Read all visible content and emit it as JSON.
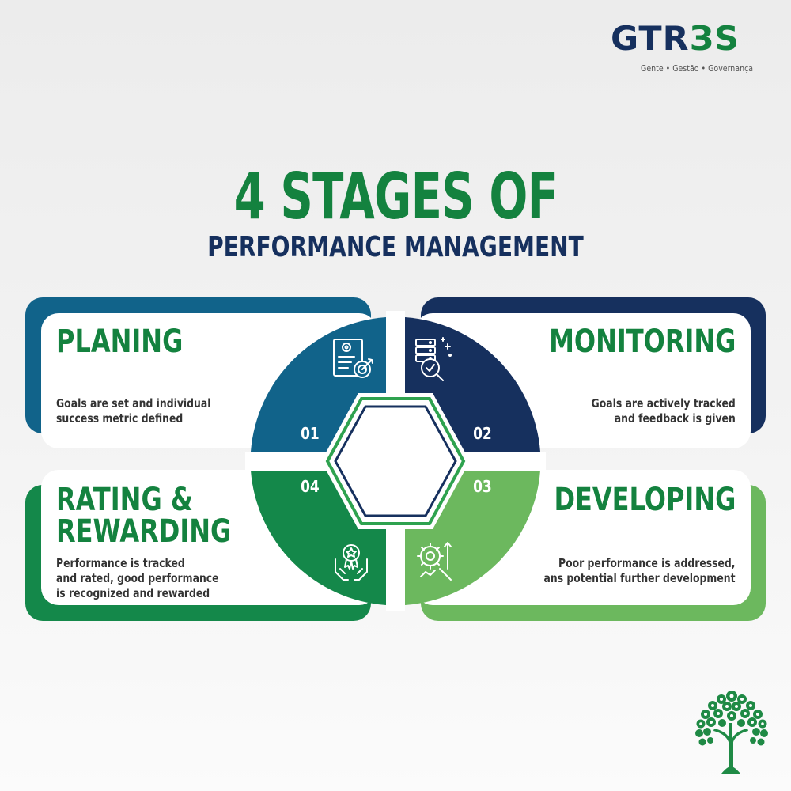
{
  "logo": {
    "text_prefix": "GTR",
    "text_suffix": "ЗS",
    "tagline": "Gente • Gestão • Governança",
    "colors": {
      "navy": "#16305e",
      "green": "#14823f"
    }
  },
  "title": {
    "main": "4 STAGES OF",
    "sub": "PERFORMANCE MANAGEMENT"
  },
  "stages": [
    {
      "number": "01",
      "heading": "PLANING",
      "desc_lines": [
        "Goals are set and individual",
        "success metric defined"
      ],
      "color": "#11638a",
      "icon": "document-target-icon"
    },
    {
      "number": "02",
      "heading": "MONITORING",
      "desc_lines": [
        "Goals are actively tracked",
        "and feedback is given"
      ],
      "color": "#16305e",
      "icon": "server-magnifier-icon"
    },
    {
      "number": "03",
      "heading": "DEVELOPING",
      "desc_lines": [
        "Poor performance is addressed,",
        "ans potential further development"
      ],
      "color": "#6cb85e",
      "icon": "gear-growth-icon"
    },
    {
      "number": "04",
      "heading_lines": [
        "RATING &",
        "REWARDING"
      ],
      "desc_lines": [
        "Performance is tracked",
        "and rated, good performance",
        "is recognized and rewarded"
      ],
      "color": "#14884a",
      "icon": "hands-award-icon"
    }
  ],
  "decor": {
    "tree_icon": "tree-icon",
    "tree_color": "#1f8a45"
  }
}
